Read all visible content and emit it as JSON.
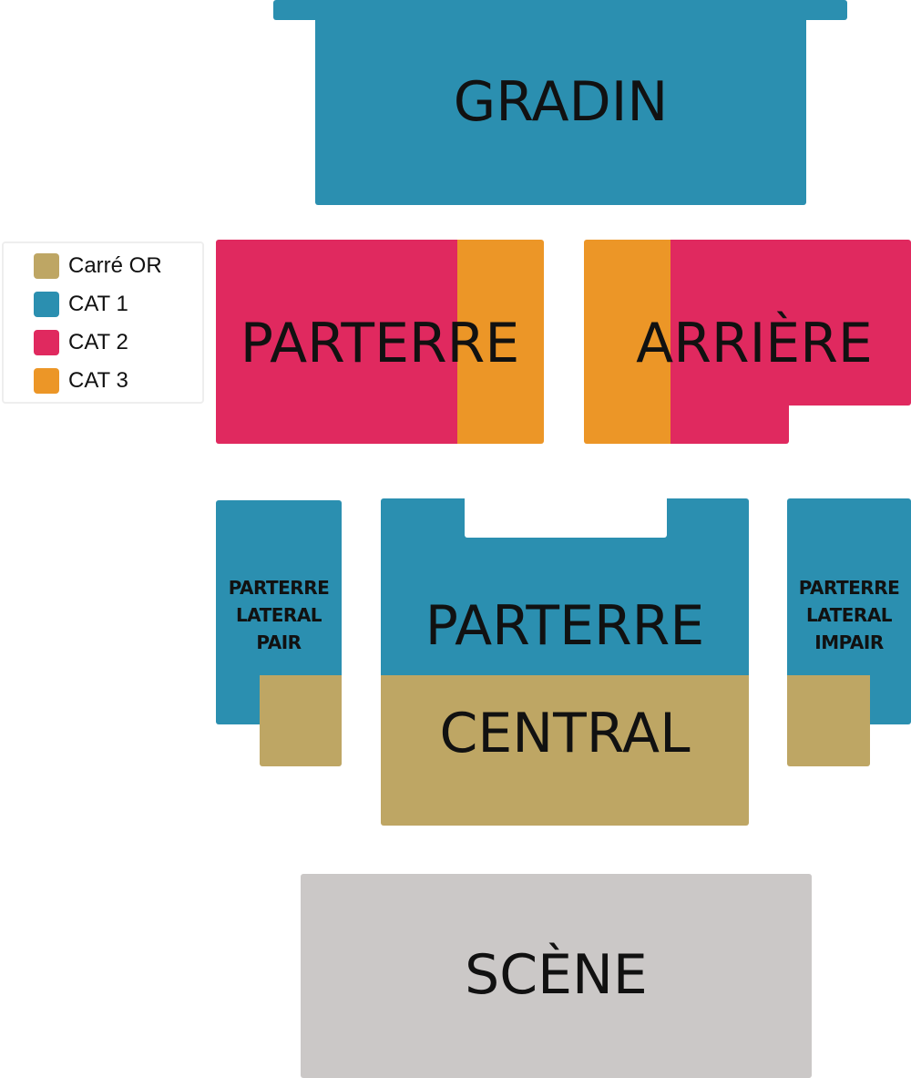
{
  "legend": {
    "items": [
      {
        "label": "Carré OR",
        "color": "#bea664"
      },
      {
        "label": "CAT 1",
        "color": "#2b8fb0"
      },
      {
        "label": "CAT 2",
        "color": "#e0295f"
      },
      {
        "label": "CAT 3",
        "color": "#ec9627"
      }
    ]
  },
  "sections": {
    "gradin": "GRADIN",
    "parterre_left": "PARTERRE",
    "arriere_right": "ARRIÈRE",
    "lateral_pair": [
      "PARTERRE",
      "LATERAL",
      "PAIR"
    ],
    "central_top": "PARTERRE",
    "central_bottom": "CENTRAL",
    "lateral_impair": [
      "PARTERRE",
      "LATERAL",
      "IMPAIR"
    ],
    "scene": "SCÈNE"
  }
}
